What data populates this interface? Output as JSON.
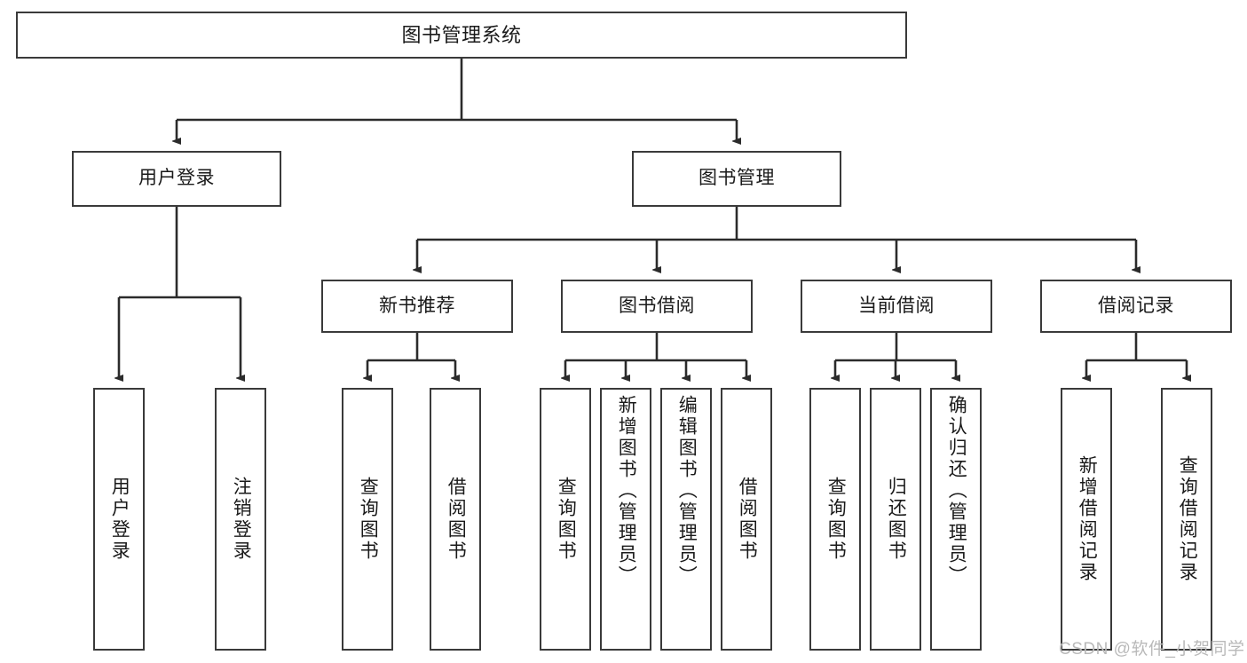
{
  "diagram": {
    "title": "图书管理系统",
    "type": "tree-hierarchy",
    "watermark": "CSDN @软件_小贺同学",
    "colors": {
      "border": "#3a3a3a",
      "fill": "#ffffff",
      "text": "#1a1a1a",
      "edge": "#2b2b2b",
      "watermark": "#b9b9b9"
    },
    "nodes": {
      "root": {
        "label": "图书管理系统"
      },
      "level1": [
        {
          "label": "用户登录"
        },
        {
          "label": "图书管理"
        }
      ],
      "level2": [
        {
          "label": "新书推荐"
        },
        {
          "label": "图书借阅"
        },
        {
          "label": "当前借阅"
        },
        {
          "label": "借阅记录"
        }
      ],
      "leaves": {
        "user_login": [
          {
            "label": "用户登录"
          },
          {
            "label": "注销登录"
          }
        ],
        "new_book": [
          {
            "label": "查询图书"
          },
          {
            "label": "借阅图书"
          }
        ],
        "borrow": [
          {
            "label": "查询图书"
          },
          {
            "label": "新增图书（管理员）"
          },
          {
            "label": "编辑图书（管理员）"
          },
          {
            "label": "借阅图书"
          }
        ],
        "current": [
          {
            "label": "查询图书"
          },
          {
            "label": "归还图书"
          },
          {
            "label": "确认归还（管理员）"
          }
        ],
        "records": [
          {
            "label": "新增借阅记录"
          },
          {
            "label": "查询借阅记录"
          }
        ]
      }
    }
  }
}
